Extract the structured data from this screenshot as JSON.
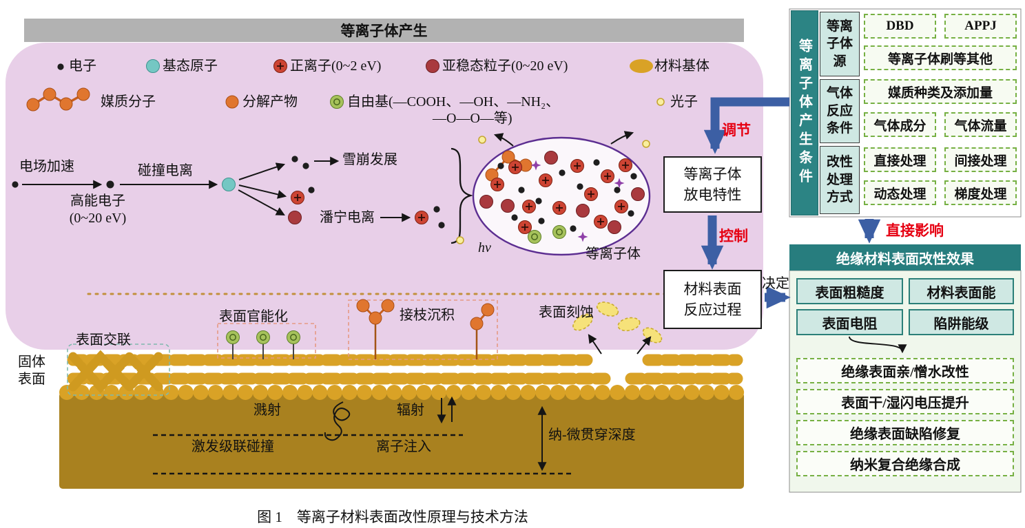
{
  "figure_caption": "图 1　等离子材料表面改性原理与技术方法",
  "plasma": {
    "title": "等离子体产生",
    "legend": {
      "electron": "电子",
      "ground_state_atom": "基态原子",
      "positive_ion": "正离子(0~2 eV)",
      "metastable_particle": "亚稳态粒子(0~20 eV)",
      "material_matrix": "材料基体",
      "medium_molecule": "媒质分子",
      "decomposition_product": "分解产物",
      "free_radical_line1": "自由基(—COOH、—OH、—NH₂、",
      "free_radical_line2": "—O—O—等)",
      "photon": "光子"
    },
    "flow": {
      "field_acceleration": "电场加速",
      "high_energy_electron": "高能电子\n(0~20 eV)",
      "collision_ionization": "碰撞电离",
      "avalanche": "雪崩发展",
      "penning_ionization": "潘宁电离",
      "hv": "hv",
      "plasma_label": "等离子体"
    },
    "surface": {
      "crosslinking": "表面交联",
      "functionalization": "表面官能化",
      "graft_deposition": "接枝沉积",
      "etching": "表面刻蚀",
      "solid_surface": "固体\n表面",
      "sputtering": "溅射",
      "radiation": "辐射",
      "cascade_collision": "激发级联碰撞",
      "ion_implantation": "离子注入",
      "penetration_depth": "纳-微贯穿深度"
    }
  },
  "linkage": {
    "adjust": "调节",
    "discharge_box": "等离子体\n放电特性",
    "control": "控制",
    "reaction_box": "材料表面\n反应过程",
    "decide": "决定",
    "direct_influence": "直接影响"
  },
  "conditions": {
    "side_title": "等离子体产生条件",
    "groups": [
      {
        "label": "等离子体源",
        "items": [
          "DBD",
          "APPJ",
          "等离子体刷等其他"
        ]
      },
      {
        "label": "气体反应条件",
        "items": [
          "媒质种类及添加量",
          "气体成分",
          "气体流量"
        ]
      },
      {
        "label": "改性处理方式",
        "items": [
          "直接处理",
          "间接处理",
          "动态处理",
          "梯度处理"
        ]
      }
    ]
  },
  "effects": {
    "title": "绝缘材料表面改性效果",
    "properties": [
      "表面粗糙度",
      "材料表面能",
      "表面电阻",
      "陷阱能级"
    ],
    "outcomes": [
      "绝缘表面亲/憎水改性",
      "表面干/湿闪电压提升",
      "绝缘表面缺陷修复",
      "纳米复合绝缘合成"
    ]
  },
  "colors": {
    "accent_blue": "#3c5fa4",
    "accent_red": "#e60012",
    "teal_dark": "#2c8484",
    "teal_light": "#cfe8e3",
    "green_dashed": "#76b043",
    "purple_background": "#e8cfe8",
    "gold_particle": "#d9a226",
    "substrate_brown": "#a9811f"
  }
}
